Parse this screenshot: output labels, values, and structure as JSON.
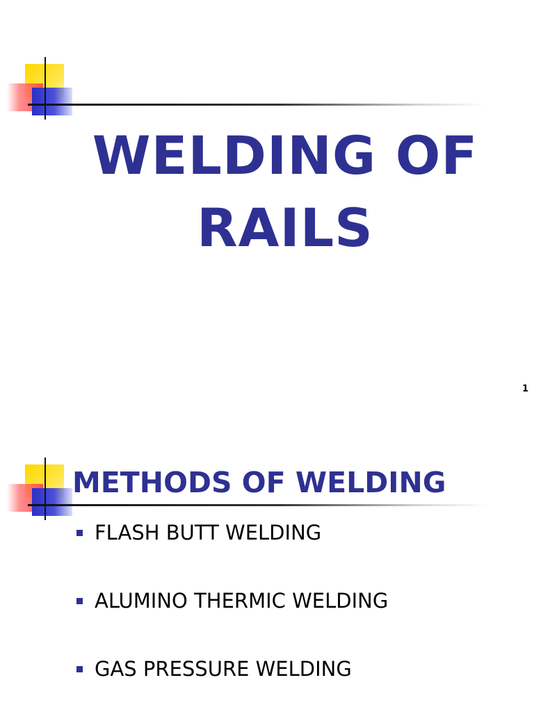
{
  "slides": [
    {
      "title_line1": "WELDING OF",
      "title_line2": "RAILS",
      "page_number": "1"
    },
    {
      "title": "METHODS OF WELDING",
      "bullets": [
        "FLASH BUTT WELDING",
        "ALUMINO THERMIC WELDING",
        "GAS PRESSURE WELDING"
      ]
    }
  ],
  "colors": {
    "title_blue": "#2e3192",
    "ornament_yellow": "#ffd800",
    "ornament_red": "#ff3d3d",
    "ornament_blue": "#2b2fc8"
  }
}
